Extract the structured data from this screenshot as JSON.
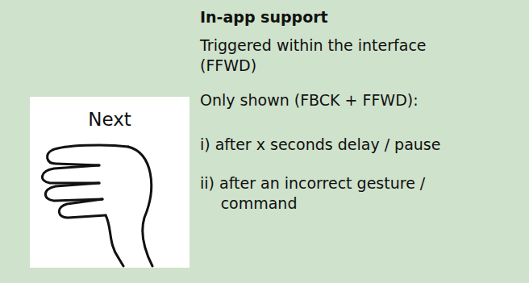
{
  "diagram": {
    "title": "In-app support",
    "nodes": [
      {
        "text": [
          "Next"
        ]
      }
    ],
    "labels": [
      "Triggered within the interface (FFWD)",
      "Only shown (FBCK + FFWD):",
      "i) after x seconds delay / pause",
      "ii) after an incorrect gesture / command"
    ]
  }
}
